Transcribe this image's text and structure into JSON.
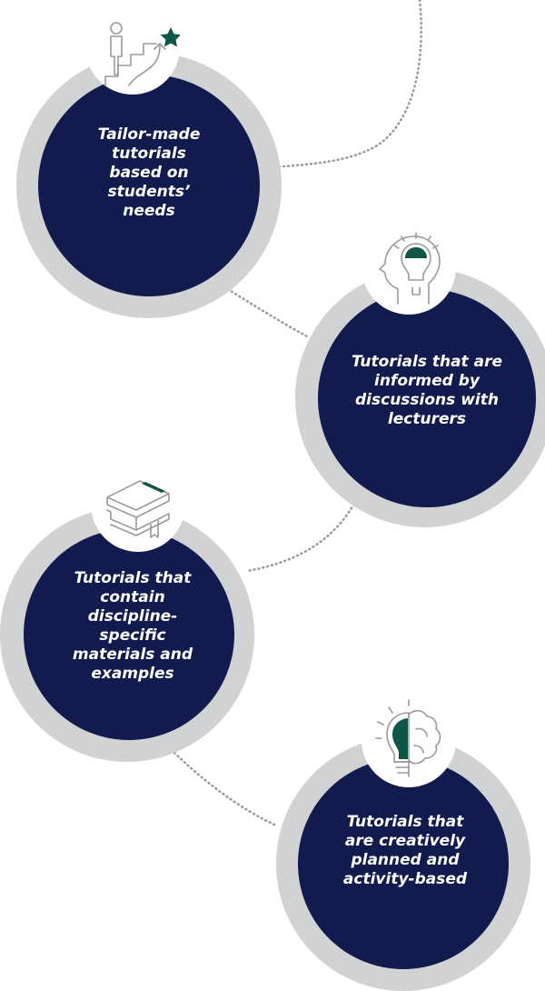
{
  "steps": [
    {
      "label": "Tailor-made tutorials based on students’ needs",
      "icon": "stairs-star-icon"
    },
    {
      "label": "Tutorials that are informed by discussions with lecturers",
      "icon": "head-lightbulb-icon"
    },
    {
      "label": "Tutorials that contain discipline-specific materials and examples",
      "icon": "books-icon"
    },
    {
      "label": "Tutorials that are creatively planned and activity-based",
      "icon": "brain-lightbulb-icon"
    }
  ],
  "colors": {
    "disc": "#111b4d",
    "ring": "#d1d2d4",
    "accent": "#0e5647",
    "line": "#9a9a9a"
  }
}
